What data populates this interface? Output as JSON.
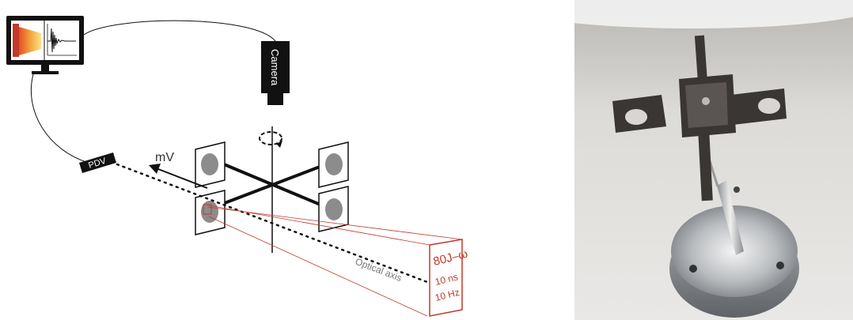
{
  "diagram": {
    "camera_label": "Camera",
    "pdv_label": "PDV",
    "velocity_label": "mV",
    "optical_axis_label": "Optical axis",
    "laser": {
      "energy": "80J–ω",
      "pulse": "10 ns",
      "rate": "10 Hz"
    }
  },
  "colors": {
    "laser_red": "#c0392b",
    "target_grey": "#8c8c8c",
    "ink": "#111111",
    "thermal_orange": "#f2a33a"
  },
  "icons": {
    "monitor": "monitor-icon",
    "camera": "camera-icon",
    "probe": "pdv-probe-icon",
    "rotation": "rotation-arrow-icon"
  }
}
